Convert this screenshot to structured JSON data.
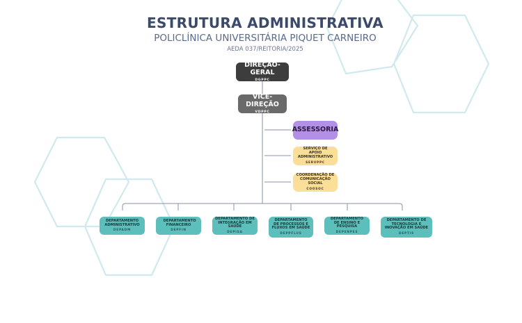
{
  "header": {
    "title": "ESTRUTURA ADMINISTRATIVA",
    "subtitle": "POLICLÍNICA UNIVERSITÁRIA PIQUET CARNEIRO",
    "reference": "AEDA 037/REITORIA/2025"
  },
  "top": {
    "direcao": {
      "label": "DIREÇÃO-GERAL",
      "code": "DGPPC"
    },
    "vice": {
      "label": "VICE-DIREÇÃO",
      "code": "VDPPC"
    }
  },
  "staff": {
    "assessoria": {
      "label": "ASSESSORIA"
    },
    "servico": {
      "label": "SERVIÇO DE APOIO ADMINISTRATIVO",
      "code": "SERVPPC"
    },
    "coordenacao": {
      "label": "COORDENAÇÃO DE COMUNICAÇÃO SOCIAL",
      "code": "COOSOC"
    }
  },
  "departments": [
    {
      "label": "DEPARTAMENTO ADMINISTRATIVO",
      "code": "DEPADM"
    },
    {
      "label": "DEPARTAMENTO FINANCEIRO",
      "code": "DEPFIN"
    },
    {
      "label": "DEPARTAMENTO DE INTEGRAÇÃO EM SAÚDE",
      "code": "DEPISA"
    },
    {
      "label": "DEPARTAMENTO DE PROCESSOS E FLUXOS EM SAÚDE",
      "code": "DEPPFLUS"
    },
    {
      "label": "DEPARTAMENTO DE ENSINO E PESQUISA",
      "code": "DEPENPES"
    },
    {
      "label": "DEPARTAMENTO DE TECNOLOGIA E INOVAÇÃO EM SAÚDE",
      "code": "DEPTIS"
    }
  ],
  "colors": {
    "title": "#3b4a6b",
    "direcao": "#3d3d3d",
    "vice": "#6a6a6a",
    "assessoria": "#b48fe6",
    "staff": "#fbdf98",
    "department": "#5dbfbb",
    "connector": "#8a90a8",
    "hexagon": "#cfe9ee"
  }
}
